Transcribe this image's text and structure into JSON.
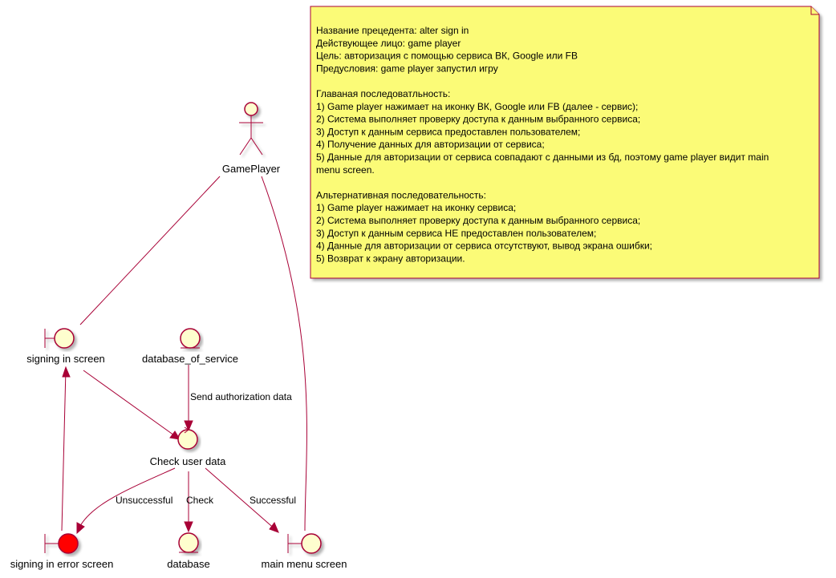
{
  "colors": {
    "stroke": "#A80036",
    "node_fill": "#FEFECE",
    "error_fill": "#FF0000",
    "note_fill": "#FBFB77",
    "note_stroke": "#A80036"
  },
  "nodes": {
    "actor": {
      "label": "GamePlayer",
      "icon": "actor-icon"
    },
    "signing_in_screen": {
      "label": "signing in screen",
      "icon": "boundary-icon"
    },
    "database_of_service": {
      "label": "database_of_service",
      "icon": "entity-icon"
    },
    "check_user_data": {
      "label": "Check user data",
      "icon": "control-icon"
    },
    "signing_in_error_screen": {
      "label": "signing in error screen",
      "icon": "boundary-icon"
    },
    "database": {
      "label": "database",
      "icon": "entity-icon"
    },
    "main_menu_screen": {
      "label": "main menu screen",
      "icon": "boundary-icon"
    }
  },
  "edges": {
    "send_auth": "Send authorization data",
    "unsuccessful": "Unsuccessful",
    "check": "Check",
    "successful": "Successful"
  },
  "note": {
    "lines": [
      "Название прецедента: alter sign in",
      "Действующее лицо: game player",
      "Цель: авторизация с помощью сервиса ВК, Google или FB",
      "Предусловия: game player запустил игру",
      "",
      "Главаная последоватльность:",
      "1) Game player нажимает на иконку ВК, Google или FB (далее - сервис);",
      "2) Система выполняет проверку доступа к данным выбранного сервиса;",
      "3) Доступ к данным сервиса предоставлен пользователем;",
      "4) Получение данных для авторизации от сервиса;",
      "5) Данные для авторизации от сервиса совпадают с данными из бд, поэтому game player видит main",
      "menu screen.",
      "",
      "Альтернативная последовательность:",
      "1) Game player нажимает на иконку сервиса;",
      "2) Система выполняет проверку доступа к данным выбранного сервиса;",
      "3) Доступ к данным сервиса НЕ предоставлен пользователем;",
      "4) Данные для авторизации от сервиса отсутствуют, вывод экрана ошибки;",
      "5) Возврат к экрану авторизации."
    ]
  }
}
